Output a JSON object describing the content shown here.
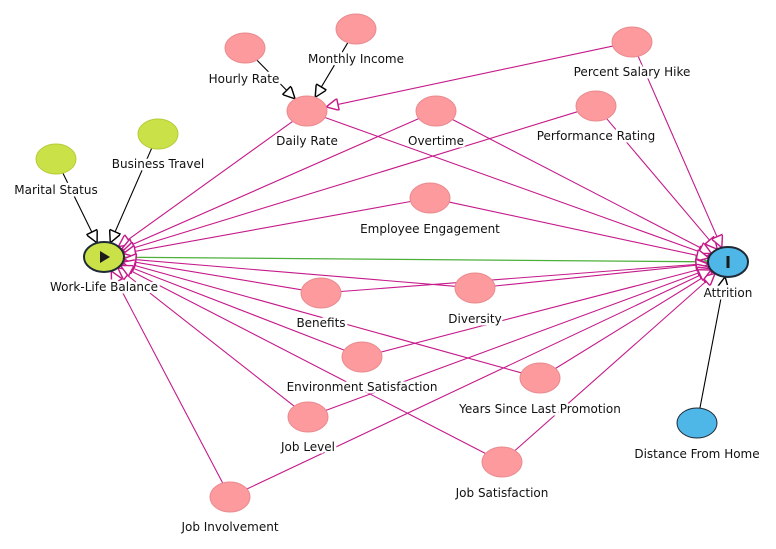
{
  "colors": {
    "node_pink": "#fc9a9e",
    "node_pink_stroke": "#e98a8e",
    "node_green": "#cbe148",
    "node_green_stroke": "#b7cb37",
    "node_blue": "#4fb6e8",
    "node_blue_stroke": "#1f2a36",
    "edge_magenta": "#c51a8a",
    "edge_green": "#4caf3a",
    "edge_black": "#000000"
  },
  "nodes": [
    {
      "id": "work-life-balance",
      "label": "Work-Life Balance",
      "kind": "exposure",
      "icon": "play-icon"
    },
    {
      "id": "attrition",
      "label": "Attrition",
      "kind": "outcome",
      "icon": "bar-icon"
    },
    {
      "id": "marital-status",
      "label": "Marital Status",
      "kind": "ancestor-exposure"
    },
    {
      "id": "business-travel",
      "label": "Business Travel",
      "kind": "ancestor-exposure"
    },
    {
      "id": "hourly-rate",
      "label": "Hourly Rate",
      "kind": "confounder"
    },
    {
      "id": "monthly-income",
      "label": "Monthly Income",
      "kind": "confounder"
    },
    {
      "id": "daily-rate",
      "label": "Daily Rate",
      "kind": "confounder"
    },
    {
      "id": "overtime",
      "label": "Overtime",
      "kind": "confounder"
    },
    {
      "id": "performance-rating",
      "label": "Performance Rating",
      "kind": "confounder"
    },
    {
      "id": "percent-salary-hike",
      "label": "Percent Salary Hike",
      "kind": "confounder"
    },
    {
      "id": "employee-engagement",
      "label": "Employee Engagement",
      "kind": "confounder"
    },
    {
      "id": "benefits",
      "label": "Benefits",
      "kind": "confounder"
    },
    {
      "id": "diversity",
      "label": "Diversity",
      "kind": "confounder"
    },
    {
      "id": "environment-satisfaction",
      "label": "Environment Satisfaction",
      "kind": "confounder"
    },
    {
      "id": "years-since-last-promotion",
      "label": "Years Since Last Promotion",
      "kind": "confounder"
    },
    {
      "id": "job-level",
      "label": "Job Level",
      "kind": "confounder"
    },
    {
      "id": "job-satisfaction",
      "label": "Job Satisfaction",
      "kind": "confounder"
    },
    {
      "id": "job-involvement",
      "label": "Job Involvement",
      "kind": "confounder"
    },
    {
      "id": "distance-from-home",
      "label": "Distance From Home",
      "kind": "ancestor-outcome"
    }
  ],
  "edges": [
    {
      "from": "marital-status",
      "to": "work-life-balance",
      "type": "black"
    },
    {
      "from": "business-travel",
      "to": "work-life-balance",
      "type": "black"
    },
    {
      "from": "hourly-rate",
      "to": "daily-rate",
      "type": "black"
    },
    {
      "from": "monthly-income",
      "to": "daily-rate",
      "type": "black"
    },
    {
      "from": "percent-salary-hike",
      "to": "daily-rate",
      "type": "magenta"
    },
    {
      "from": "work-life-balance",
      "to": "attrition",
      "type": "green"
    },
    {
      "from": "distance-from-home",
      "to": "attrition",
      "type": "black"
    },
    {
      "from": "daily-rate",
      "to": "work-life-balance",
      "type": "magenta"
    },
    {
      "from": "daily-rate",
      "to": "attrition",
      "type": "magenta"
    },
    {
      "from": "overtime",
      "to": "work-life-balance",
      "type": "magenta"
    },
    {
      "from": "overtime",
      "to": "attrition",
      "type": "magenta"
    },
    {
      "from": "performance-rating",
      "to": "work-life-balance",
      "type": "magenta"
    },
    {
      "from": "performance-rating",
      "to": "attrition",
      "type": "magenta"
    },
    {
      "from": "percent-salary-hike",
      "to": "attrition",
      "type": "magenta"
    },
    {
      "from": "employee-engagement",
      "to": "work-life-balance",
      "type": "magenta"
    },
    {
      "from": "employee-engagement",
      "to": "attrition",
      "type": "magenta"
    },
    {
      "from": "benefits",
      "to": "work-life-balance",
      "type": "magenta"
    },
    {
      "from": "benefits",
      "to": "attrition",
      "type": "magenta"
    },
    {
      "from": "diversity",
      "to": "work-life-balance",
      "type": "magenta"
    },
    {
      "from": "diversity",
      "to": "attrition",
      "type": "magenta"
    },
    {
      "from": "environment-satisfaction",
      "to": "work-life-balance",
      "type": "magenta"
    },
    {
      "from": "environment-satisfaction",
      "to": "attrition",
      "type": "magenta"
    },
    {
      "from": "years-since-last-promotion",
      "to": "work-life-balance",
      "type": "magenta"
    },
    {
      "from": "years-since-last-promotion",
      "to": "attrition",
      "type": "magenta"
    },
    {
      "from": "job-level",
      "to": "work-life-balance",
      "type": "magenta"
    },
    {
      "from": "job-level",
      "to": "attrition",
      "type": "magenta"
    },
    {
      "from": "job-satisfaction",
      "to": "work-life-balance",
      "type": "magenta"
    },
    {
      "from": "job-satisfaction",
      "to": "attrition",
      "type": "magenta"
    },
    {
      "from": "job-involvement",
      "to": "work-life-balance",
      "type": "magenta"
    },
    {
      "from": "job-involvement",
      "to": "attrition",
      "type": "magenta"
    }
  ]
}
